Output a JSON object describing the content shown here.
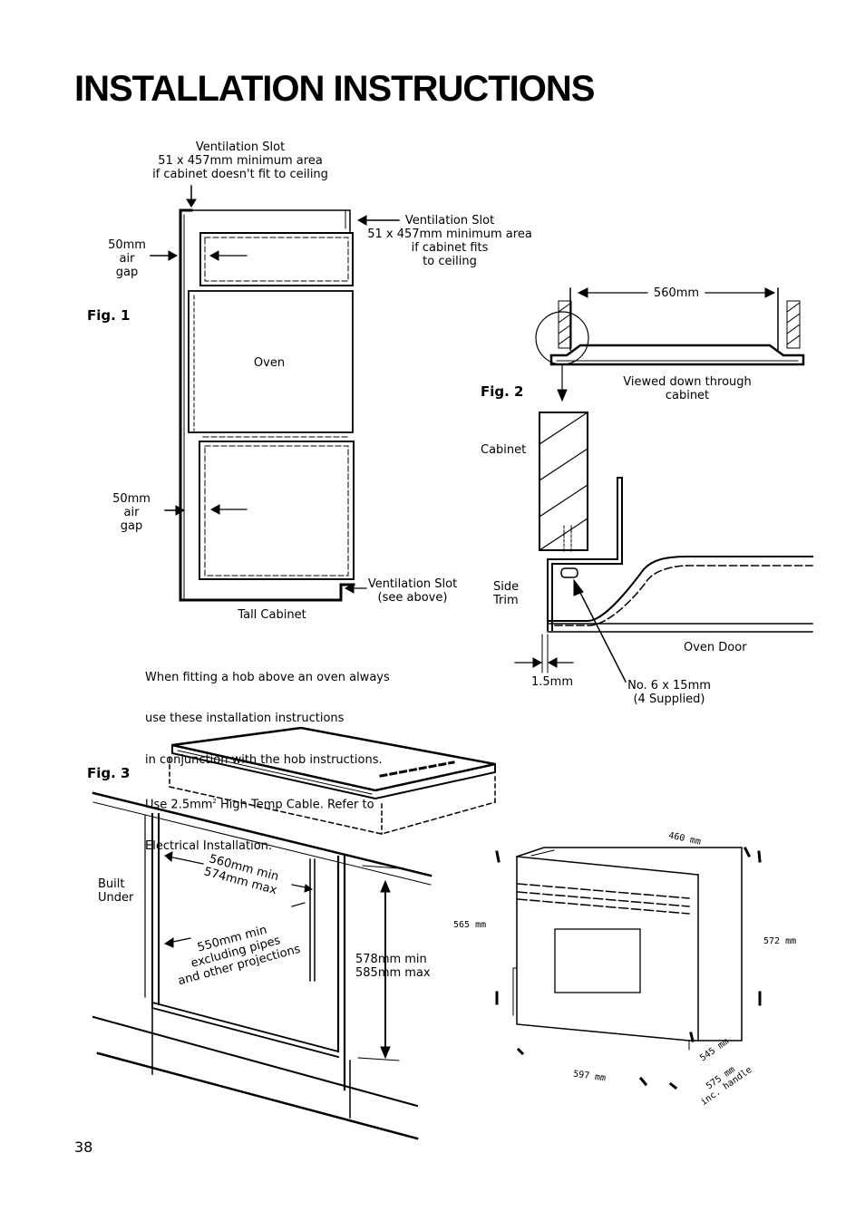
{
  "page": {
    "title": "INSTALLATION INSTRUCTIONS",
    "page_number": "38"
  },
  "fig1": {
    "label": "Fig. 1",
    "vent_top": "Ventilation Slot\n51 x 457mm minimum area\nif cabinet doesn't fit to ceiling",
    "vent_right": "Ventilation Slot\n51 x 457mm minimum area\nif cabinet fits\nto ceiling",
    "air_gap_top": "50mm\nair\ngap",
    "air_gap_bottom": "50mm\nair\ngap",
    "oven": "Oven",
    "vent_bottom": "Ventilation Slot\n(see above)",
    "tall_cabinet": "Tall Cabinet"
  },
  "fig2": {
    "label": "Fig. 2",
    "width": "560mm",
    "viewed": "Viewed down through\ncabinet",
    "cabinet": "Cabinet",
    "side_trim": "Side\nTrim",
    "oven_door": "Oven Door",
    "gap": "1.5mm",
    "screw": "No. 6 x 15mm\n(4 Supplied)"
  },
  "note": {
    "line1": "When fitting a hob above an oven always",
    "line2": "use these installation instructions",
    "line3": "in conjunction with the hob instructions.",
    "line4a": "Use 2.5mm",
    "line4sup": "2",
    "line4b": " High Temp Cable. Refer to",
    "line5": "Electrical Installation."
  },
  "fig3": {
    "label": "Fig. 3",
    "built_under": "Built\nUnder",
    "width_dim": "560mm min\n574mm max",
    "depth_dim": "550mm min\nexcluding pipes\nand other projections",
    "height_dim": "578mm min\n585mm max"
  },
  "oven_dims": {
    "top": "460 mm",
    "left_height": "565 mm",
    "right_height": "572 mm",
    "width": "597 mm",
    "depth": "545 mm",
    "depth_handle": "575 mm\ninc. handle"
  }
}
